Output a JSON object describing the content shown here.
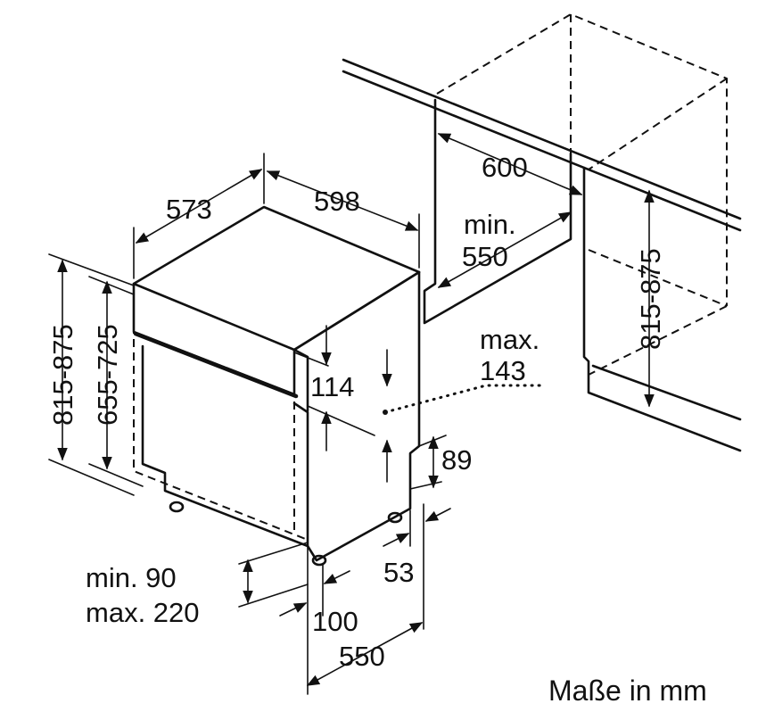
{
  "labels": {
    "depth_573": "573",
    "width_598": "598",
    "niche_width_600": "600",
    "niche_min_line1": "min.",
    "niche_min_line2": "550",
    "niche_height_right": "815-875",
    "height_total": "815-875",
    "height_door": "655-725",
    "panel_114": "114",
    "max_line1": "max.",
    "max_line2": "143",
    "dim_89": "89",
    "dim_53": "53",
    "plinth_min": "min. 90",
    "plinth_max": "max. 220",
    "dim_100": "100",
    "dim_550_bottom": "550",
    "units_caption": "Maße in mm"
  }
}
